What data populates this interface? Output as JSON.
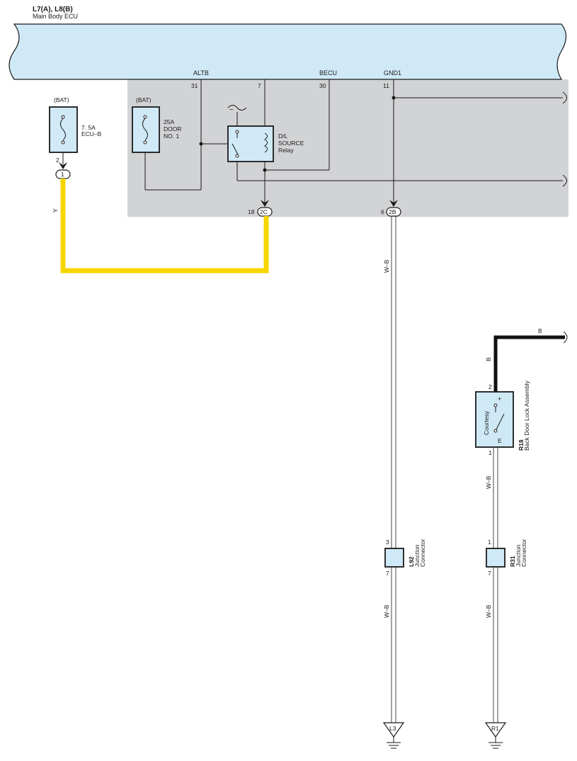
{
  "header": {
    "connector_ids": "L7(A), L8(B)",
    "component_name": "Main Body ECU"
  },
  "ecu_terminals": [
    {
      "name": "ALTB",
      "pin": "31"
    },
    {
      "name": "",
      "pin": "7"
    },
    {
      "name": "BECU",
      "pin": "30"
    },
    {
      "name": "GND1",
      "pin": "11"
    }
  ],
  "fuse_left": {
    "source": "(BAT)",
    "rating": "7. 5A",
    "name": "ECU–B",
    "pin": "2",
    "connector": "1"
  },
  "fuse_inner": {
    "source": "(BAT)",
    "rating": "25A",
    "line2": "DOOR",
    "line3": "NO. 1"
  },
  "relay": {
    "line1": "D/L",
    "line2": "SOURCE",
    "line3": "Relay",
    "symbol": "~"
  },
  "connectors": [
    {
      "pin": "18",
      "id": "2C"
    },
    {
      "pin": "6",
      "id": "2B"
    }
  ],
  "wires": {
    "yellow": "Y",
    "wb_top": "W–B",
    "b_horizontal": "B",
    "b_vertical": "B",
    "wb_r18": "W–B",
    "wb_l92_bottom": "W–B",
    "wb_r31_bottom": "W–B"
  },
  "back_door_lock": {
    "code": "R18",
    "name": "Back Door Lock Assembly",
    "switch_label": "Courtesy",
    "plus": "+",
    "e": "E",
    "pin_top": "2",
    "pin_bottom": "1"
  },
  "junction_l92": {
    "code": "L92",
    "line1": "Junction",
    "line2": "Connector",
    "pin_top": "3",
    "pin_bottom": "7"
  },
  "junction_r31": {
    "code": "R31",
    "line1": "Junction",
    "line2": "Connector",
    "pin_top": "1",
    "pin_bottom": "7"
  },
  "grounds": [
    {
      "id": "L3"
    },
    {
      "id": "R1"
    }
  ],
  "colors": {
    "ecu_fill": "#cfe9f7",
    "panel_fill": "#d2d3d5",
    "wire_yellow": "#f7d600",
    "wire_black": "#111111",
    "component_fill": "#cfe9f7"
  }
}
